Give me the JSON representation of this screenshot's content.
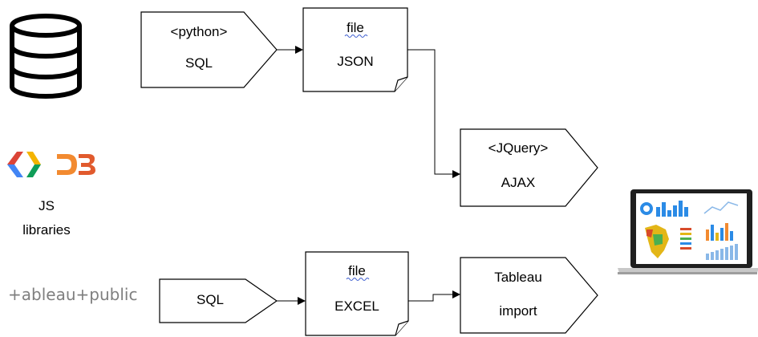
{
  "nodes": {
    "python_sql": {
      "line1": "<python>",
      "line2": "SQL"
    },
    "file_json": {
      "line1": "file",
      "line2": "JSON"
    },
    "jquery_ajax": {
      "line1": "<JQuery>",
      "line2": "AJAX"
    },
    "sql": {
      "line1": "SQL"
    },
    "file_excel": {
      "line1": "file",
      "line2": "EXCEL"
    },
    "tableau_import": {
      "line1": "Tableau",
      "line2": "import"
    }
  },
  "sidebar": {
    "js_label_line1": "JS",
    "js_label_line2": "libraries",
    "tableau_logo_text": "+ableau+public"
  },
  "icons": {
    "database": "database-icon",
    "google_charts": "google-charts-icon",
    "d3": "d3-icon",
    "tableau_public": "tableau-public-logo",
    "laptop_dashboard": "laptop-dashboard-icon"
  },
  "colors": {
    "google_blue": "#4285F4",
    "google_red": "#DB4437",
    "google_yellow": "#F4B400",
    "google_green": "#0F9D58",
    "d3_orange": "#F28A30",
    "d3_red": "#E15A2D",
    "squiggle": "#3f5fd0",
    "tableau_grey": "#7f7f7f"
  }
}
